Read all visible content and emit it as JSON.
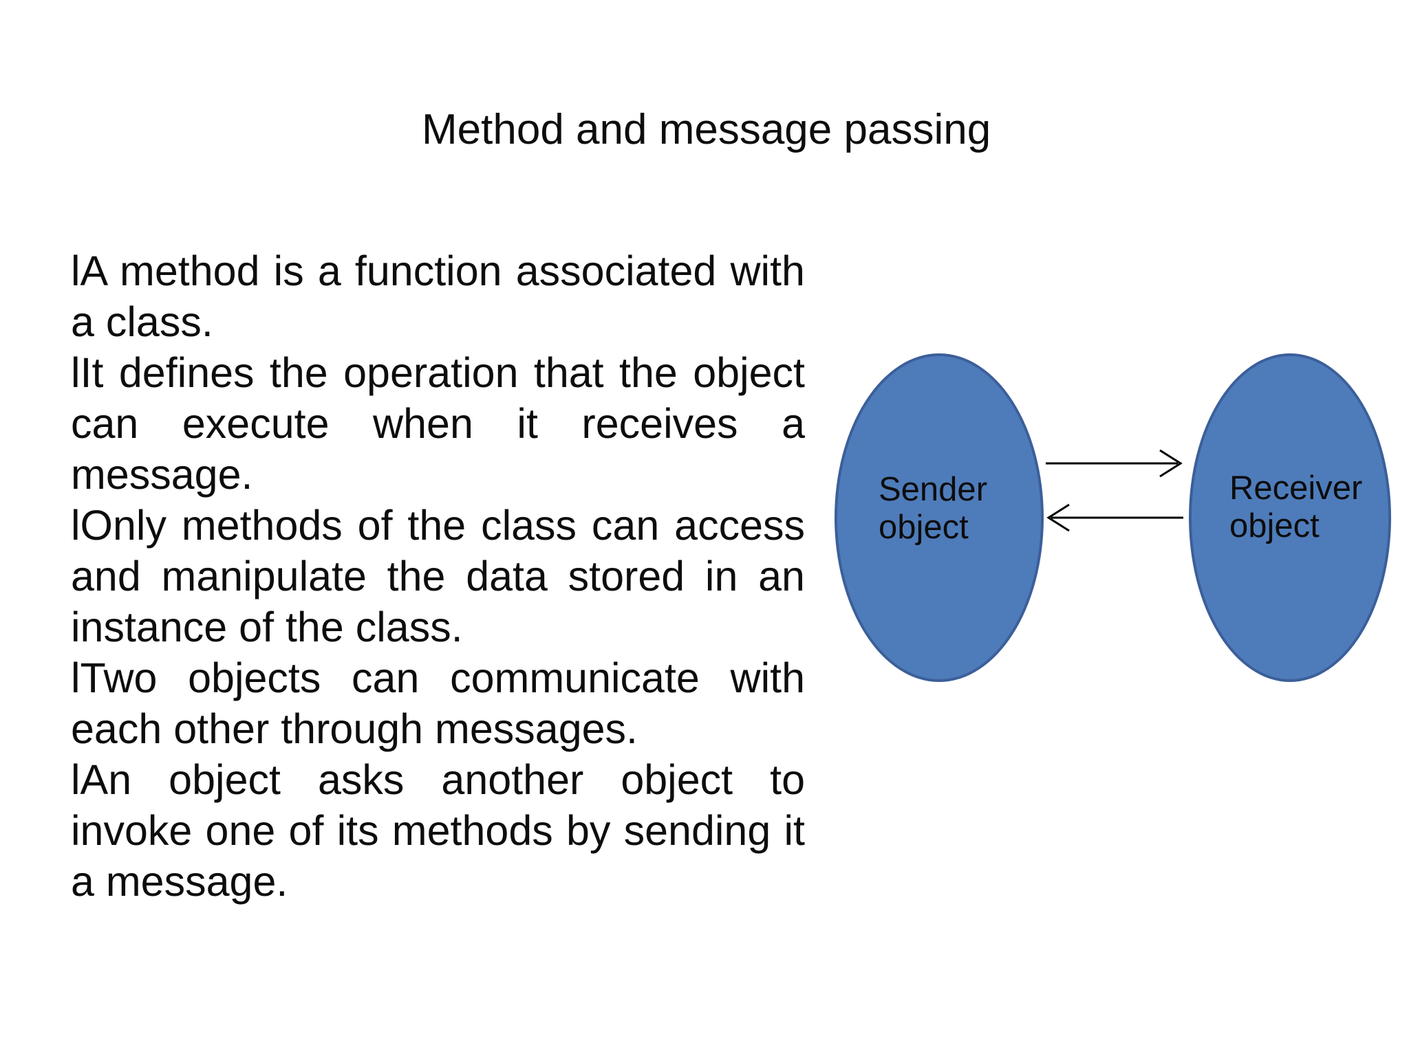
{
  "slide": {
    "title": "Method and message passing",
    "bullets": [
      "lA method is a function associated with a class.",
      "lIt defines the operation that the object can execute when it receives a message.",
      "lOnly methods of the class can access and manipulate the data stored in an instance of the class.",
      "lTwo objects can communicate with each other through messages.",
      "lAn object asks another object to invoke one of its methods by sending it a message."
    ],
    "diagram": {
      "sender_label": "Sender\nobject",
      "receiver_label": "Receiver\nobject",
      "arrows": [
        {
          "name": "message-arrow-right",
          "direction": "sender-to-receiver"
        },
        {
          "name": "message-arrow-left",
          "direction": "receiver-to-sender"
        }
      ]
    },
    "colors": {
      "background": "#ffffff",
      "text": "#0d0d0d",
      "ellipse_fill": "#4e7cba",
      "ellipse_stroke": "#3c5f9a",
      "arrow_stroke": "#000000"
    }
  }
}
